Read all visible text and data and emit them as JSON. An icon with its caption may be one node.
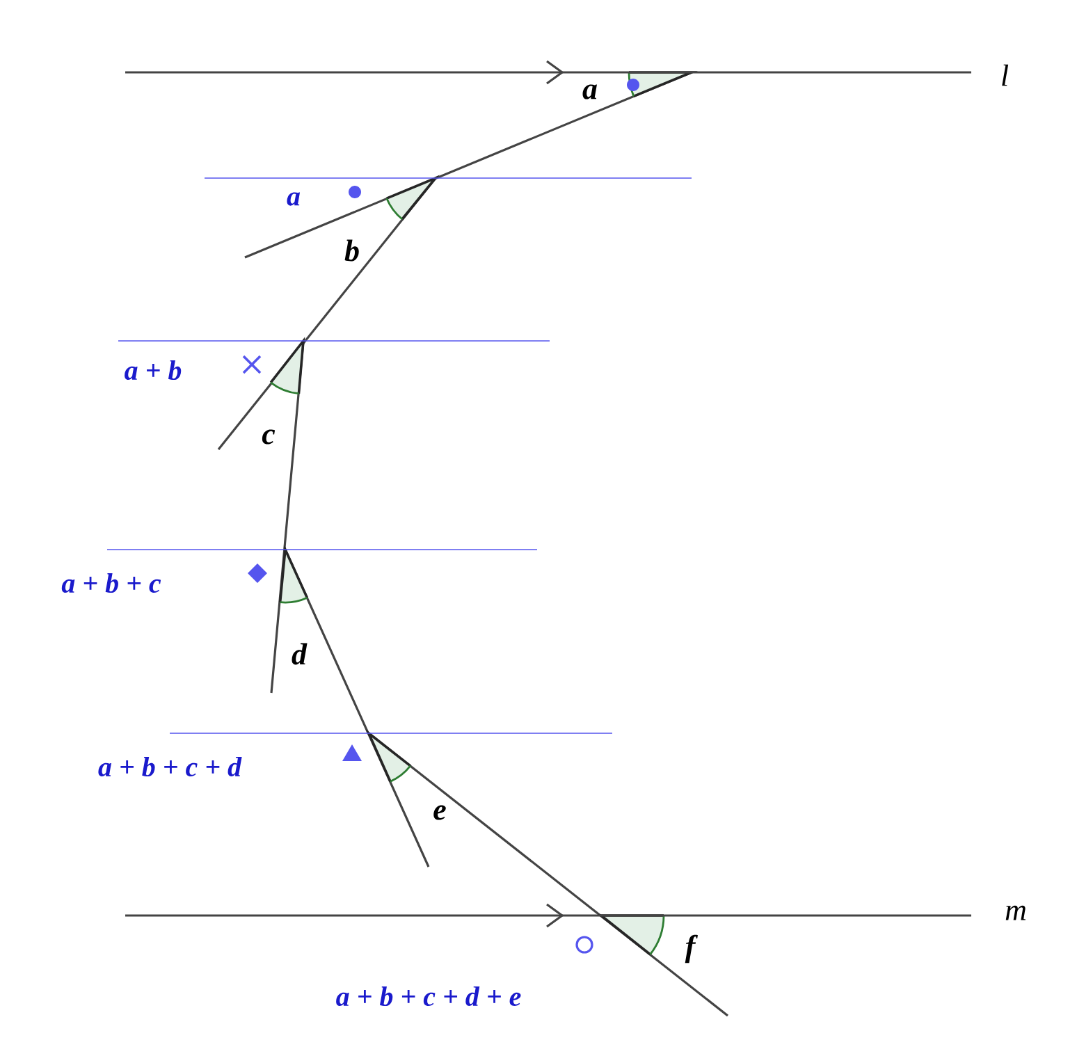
{
  "diagram": {
    "labels": [
      "l",
      "a",
      "a",
      "b",
      "a + b",
      "c",
      "a + b + c",
      "d",
      "a + b + c + d",
      "e",
      "m",
      "f",
      "a + b + c + d + e"
    ]
  }
}
